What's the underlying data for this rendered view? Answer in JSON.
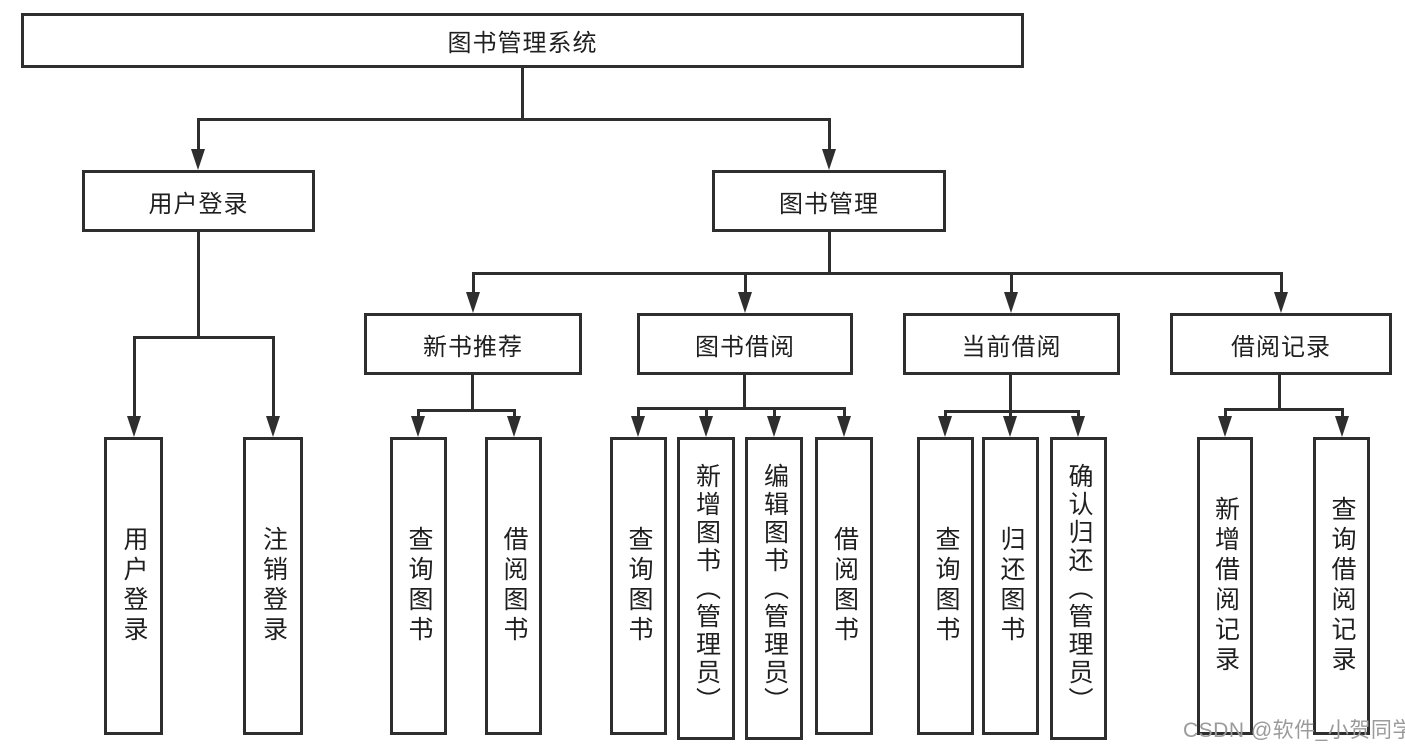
{
  "diagram": {
    "type": "hierarchy-tree",
    "tree": {
      "root": {
        "label": "图书管理系统"
      },
      "level1": [
        {
          "label": "用户登录",
          "children": [
            {
              "label": "用户登录"
            },
            {
              "label": "注销登录"
            }
          ]
        },
        {
          "label": "图书管理",
          "children": [
            {
              "label": "新书推荐",
              "children": [
                {
                  "label": "查询图书"
                },
                {
                  "label": "借阅图书"
                }
              ]
            },
            {
              "label": "图书借阅",
              "children": [
                {
                  "label": "查询图书"
                },
                {
                  "label": "新增图书（管理员）"
                },
                {
                  "label": "编辑图书（管理员）"
                },
                {
                  "label": "借阅图书"
                }
              ]
            },
            {
              "label": "当前借阅",
              "children": [
                {
                  "label": "查询图书"
                },
                {
                  "label": "归还图书"
                },
                {
                  "label": "确认归还（管理员）"
                }
              ]
            },
            {
              "label": "借阅记录",
              "children": [
                {
                  "label": "新增借阅记录"
                },
                {
                  "label": "查询借阅记录"
                }
              ]
            }
          ]
        }
      ]
    },
    "colors": {
      "line": "#2e2e2e",
      "text": "#1f1f1f",
      "background": "#ffffff",
      "watermark": "#9b9b9b"
    }
  },
  "watermark": {
    "text": "CSDN @软件_小贺同学"
  }
}
